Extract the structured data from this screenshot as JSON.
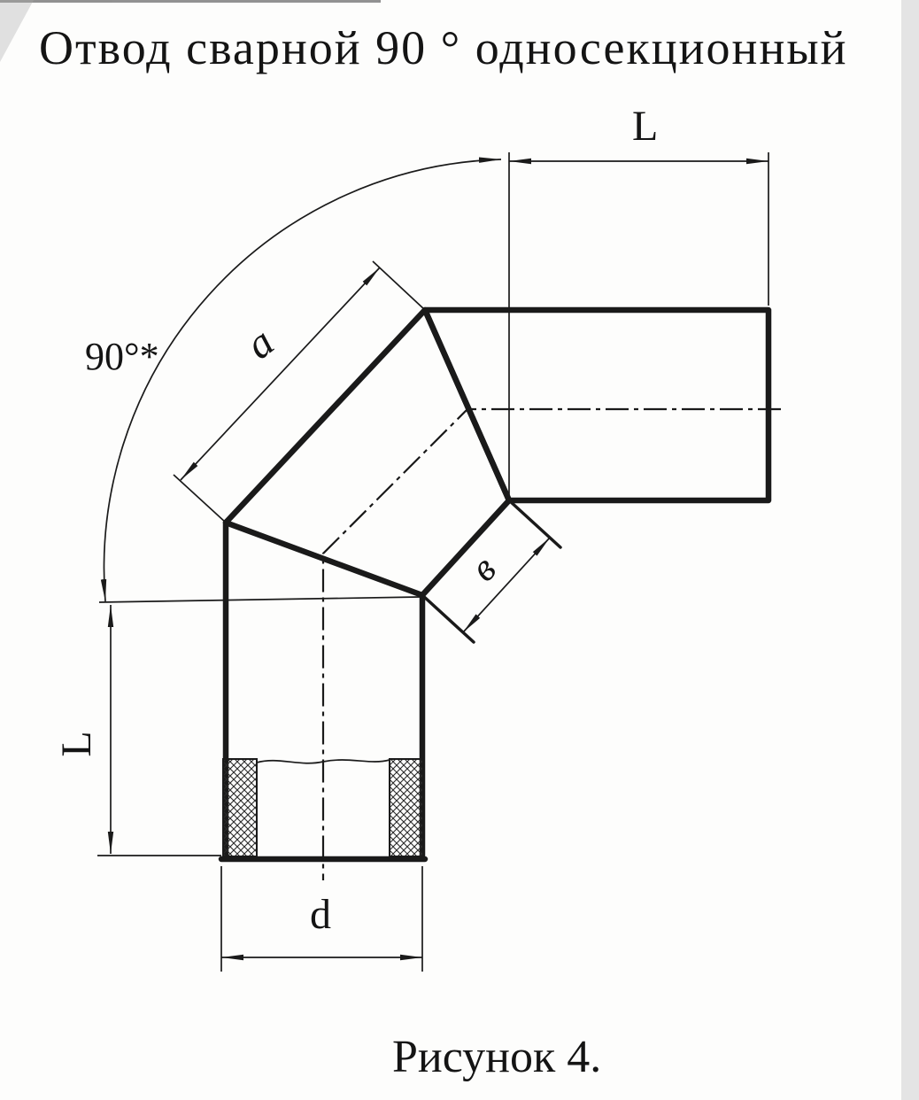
{
  "page": {
    "title": "Отвод сварной 90 ° односекционный",
    "caption": "Рисунок 4."
  },
  "drawing": {
    "kind": "welded 90 deg single-section pipe elbow, dimensioned technical drawing",
    "labels": {
      "angle": "90°*",
      "leg_length_top": "L",
      "leg_length_left": "L",
      "section_outer_side": "a",
      "section_inner_side": "в",
      "diameter": "d"
    },
    "colors": {
      "ink": "#1a1a1a",
      "paper": "#fdfdfc",
      "scan_edge": "#cfcfcf"
    }
  }
}
